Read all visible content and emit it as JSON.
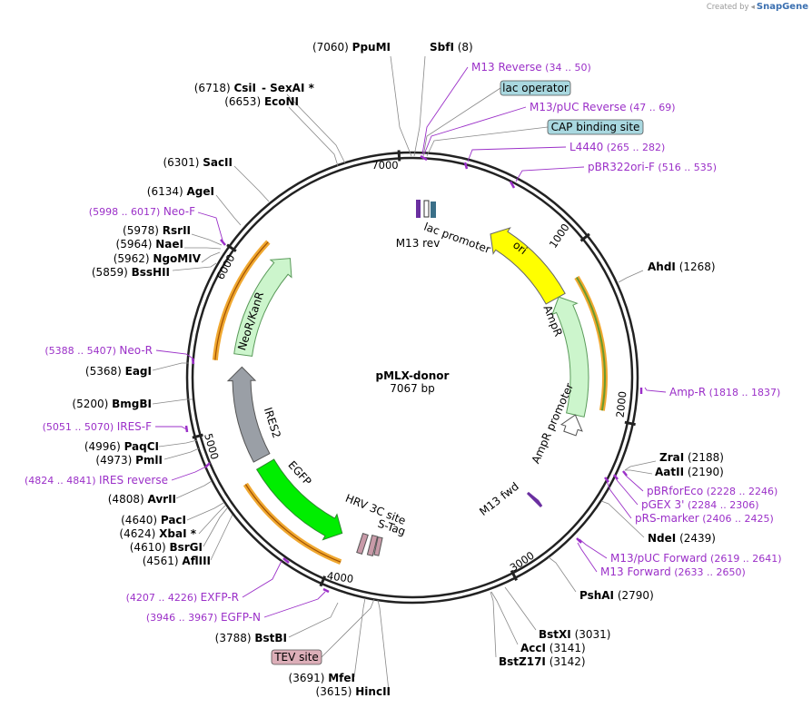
{
  "credit": {
    "prefix": "Created by",
    "app": "SnapGene"
  },
  "plasmid": {
    "name": "pMLX-donor",
    "length_label": "7067 bp",
    "length": 7067
  },
  "ticks": [
    "1000",
    "2000",
    "3000",
    "4000",
    "5000",
    "6000",
    "7000"
  ],
  "enzymes": [
    {
      "name": "PpuMI",
      "pos": "(7060)"
    },
    {
      "name": "SbfI",
      "pos": "(8)"
    },
    {
      "name": "CsiI",
      "pos": "(6718)"
    },
    {
      "name": "SexAI *",
      "pos": ""
    },
    {
      "name": "EcoNI",
      "pos": "(6653)"
    },
    {
      "name": "SacII",
      "pos": "(6301)"
    },
    {
      "name": "AgeI",
      "pos": "(6134)"
    },
    {
      "name": "RsrII",
      "pos": "(5978)"
    },
    {
      "name": "NaeI",
      "pos": "(5964)"
    },
    {
      "name": "NgoMIV",
      "pos": "(5962)"
    },
    {
      "name": "BssHII",
      "pos": "(5859)"
    },
    {
      "name": "EagI",
      "pos": "(5368)"
    },
    {
      "name": "BmgBI",
      "pos": "(5200)"
    },
    {
      "name": "PaqCI",
      "pos": "(4996)"
    },
    {
      "name": "PmlI",
      "pos": "(4973)"
    },
    {
      "name": "AvrII",
      "pos": "(4808)"
    },
    {
      "name": "PacI",
      "pos": "(4640)"
    },
    {
      "name": "XbaI *",
      "pos": "(4624)"
    },
    {
      "name": "BsrGI",
      "pos": "(4610)"
    },
    {
      "name": "AflIII",
      "pos": "(4561)"
    },
    {
      "name": "BstBI",
      "pos": "(3788)"
    },
    {
      "name": "MfeI",
      "pos": "(3691)"
    },
    {
      "name": "HincII",
      "pos": "(3615)"
    },
    {
      "name": "AhdI",
      "pos": "(1268)"
    },
    {
      "name": "ZraI",
      "pos": "(2188)"
    },
    {
      "name": "AatII",
      "pos": "(2190)"
    },
    {
      "name": "NdeI",
      "pos": "(2439)"
    },
    {
      "name": "PshAI",
      "pos": "(2790)"
    },
    {
      "name": "BstXI",
      "pos": "(3031)"
    },
    {
      "name": "AccI",
      "pos": "(3141)"
    },
    {
      "name": "BstZ17I",
      "pos": "(3142)"
    }
  ],
  "primers": [
    {
      "name": "M13 Reverse",
      "range": "(34 .. 50)"
    },
    {
      "name": "M13/pUC Reverse",
      "range": "(47 .. 69)"
    },
    {
      "name": "L4440",
      "range": "(265 .. 282)"
    },
    {
      "name": "pBR322ori-F",
      "range": "(516 .. 535)"
    },
    {
      "name": "Neo-F",
      "range": "(5998 .. 6017)"
    },
    {
      "name": "Neo-R",
      "range": "(5388 .. 5407)"
    },
    {
      "name": "IRES-F",
      "range": "(5051 .. 5070)"
    },
    {
      "name": "IRES reverse",
      "range": "(4824 .. 4841)"
    },
    {
      "name": "EXFP-R",
      "range": "(4207 .. 4226)"
    },
    {
      "name": "EGFP-N",
      "range": "(3946 .. 3967)"
    },
    {
      "name": "Amp-R",
      "range": "(1818 .. 1837)"
    },
    {
      "name": "pBRforEco",
      "range": "(2228 .. 2246)"
    },
    {
      "name": "pGEX 3'",
      "range": "(2284 .. 2306)"
    },
    {
      "name": "pRS-marker",
      "range": "(2406 .. 2425)"
    },
    {
      "name": "M13/pUC Forward",
      "range": "(2619 .. 2641)"
    },
    {
      "name": "M13 Forward",
      "range": "(2633 .. 2650)"
    }
  ],
  "boxed_features": [
    {
      "label": "lac operator",
      "color": "#a9d8e0"
    },
    {
      "label": "CAP binding site",
      "color": "#a9d8e0"
    },
    {
      "label": "TEV site",
      "color": "#dcaeb8"
    }
  ],
  "features": [
    {
      "label": "ori",
      "color": "#ffff00"
    },
    {
      "label": "AmpR",
      "color": "#ccf5cc"
    },
    {
      "label": "AmpR promoter",
      "color": "#ffffff"
    },
    {
      "label": "NeoR/KanR",
      "color": "#ccf5cc"
    },
    {
      "label": "IRES2",
      "color": "#9a9fa6"
    },
    {
      "label": "EGFP",
      "color": "#00ee00"
    },
    {
      "label": "lac promoter",
      "color": "#3a6f88"
    },
    {
      "label": "M13 rev",
      "color": "#6a2fa0"
    },
    {
      "label": "M13 fwd",
      "color": "#6a2fa0"
    },
    {
      "label": "HRV 3C site",
      "color": "#c89aa8"
    },
    {
      "label": "S-Tag",
      "color": "#c89aa8"
    }
  ],
  "colors": {
    "primer": "#9b30c8",
    "backbone": "#222222",
    "orf_outline": "#f0a830"
  }
}
